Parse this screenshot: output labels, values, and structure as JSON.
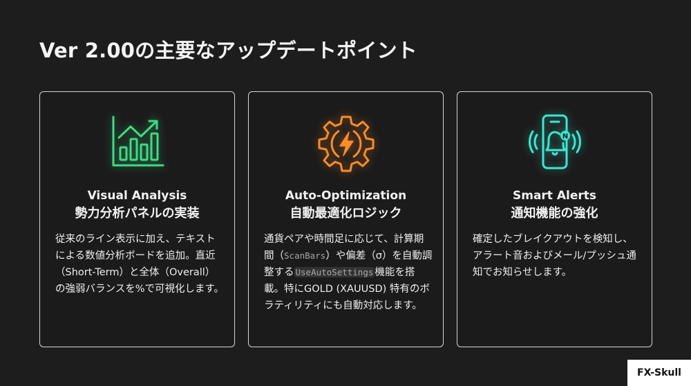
{
  "page": {
    "title": "Ver 2.00の主要なアップデートポイント",
    "background": "#1d1d1d"
  },
  "cards": [
    {
      "icon": "bar-chart-trend-icon",
      "icon_color": "#3ddc84",
      "title_en": "Visual Analysis",
      "title_jp": "勢力分析パネルの実装",
      "body": {
        "p1": "従来のライン表示に加え、テキストによる数値分析ボードを追加。直近（Short-Term）と全体（Overall）の強弱バランスを%で可視化します。"
      }
    },
    {
      "icon": "gear-lightning-icon",
      "icon_color": "#ff8c2a",
      "title_en": "Auto-Optimization",
      "title_jp": "自動最適化ロジック",
      "body": {
        "p1": "通貨ペアや時間足に応じて、計算期間（",
        "code1": "ScanBars",
        "p2": "）や偏差（σ）を自動調整する",
        "code2": "UseAutoSettings",
        "p3": "機能を搭載。特にGOLD (XAUUSD) 特有のボラティリティにも自動対応します。"
      }
    },
    {
      "icon": "phone-bell-notification-icon",
      "icon_color": "#3ee6d2",
      "title_en": "Smart Alerts",
      "title_jp": "通知機能の強化",
      "body": {
        "p1": "確定したブレイクアウトを検知し、アラート音およびメール/プッシュ通知でお知らせします。"
      }
    }
  ],
  "badge": {
    "label": "FX-Skull"
  }
}
